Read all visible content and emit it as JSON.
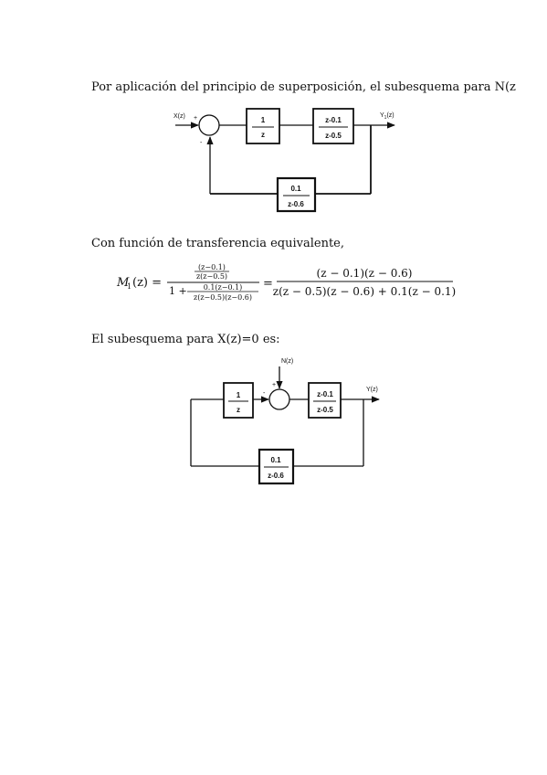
{
  "text": {
    "intro": "Por aplicación del principio de superposición, el subesquema para N(z",
    "equivalent": "Con función de transferencia equivalente,",
    "second": "El subesquema para X(z)=0 es:"
  },
  "diagram1": {
    "input_label": "X(z)",
    "plus_sign": "+",
    "minus_sign": "-",
    "block1": {
      "num": "1",
      "den": "z"
    },
    "block2": {
      "num": "z-0.1",
      "den": "z-0.5"
    },
    "feedback": {
      "num": "0.1",
      "den": "z-0.6"
    },
    "output_label_main": "Y",
    "output_label_sub": "1",
    "output_label_tail": "(z)"
  },
  "equation": {
    "lhs_func": "M",
    "lhs_sub": "1",
    "lhs_arg": "(z) =",
    "inner_num_num": "(z−0.1)",
    "inner_num_den": "z(z−0.5)",
    "one_plus": "1 +",
    "inner_den_num": "0.1(z−0.1)",
    "inner_den_den": "z(z−0.5)(z−0.6)",
    "equals": "=",
    "rhs_num": "(z − 0.1)(z − 0.6)",
    "rhs_den": "z(z − 0.5)(z − 0.6) + 0.1(z − 0.1)"
  },
  "diagram2": {
    "disturbance_label": "N(z)",
    "plus_sign": "+",
    "minus_sign": "-",
    "block1": {
      "num": "1",
      "den": "z"
    },
    "block2": {
      "num": "z-0.1",
      "den": "z-0.5"
    },
    "feedback": {
      "num": "0.1",
      "den": "z-0.6"
    },
    "output_label": "Y(z)"
  }
}
